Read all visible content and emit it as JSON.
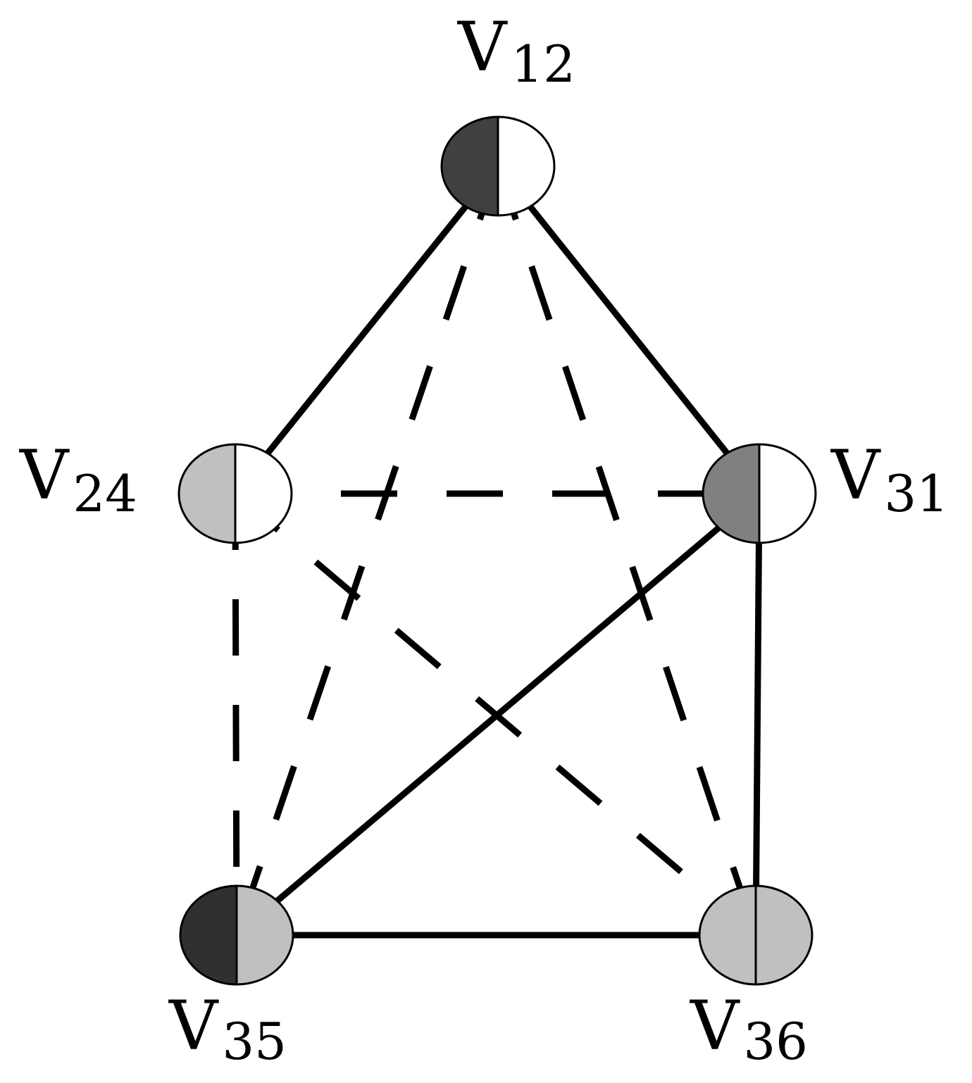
{
  "nodes": [
    {
      "id": "v12",
      "letter": "V",
      "subscript": "12",
      "left_fill": "#404040",
      "right_fill": "#ffffff"
    },
    {
      "id": "v24",
      "letter": "V",
      "subscript": "24",
      "left_fill": "#c0c0c0",
      "right_fill": "#ffffff"
    },
    {
      "id": "v31",
      "letter": "V",
      "subscript": "31",
      "left_fill": "#808080",
      "right_fill": "#ffffff"
    },
    {
      "id": "v35",
      "letter": "V",
      "subscript": "35",
      "left_fill": "#303030",
      "right_fill": "#c0c0c0"
    },
    {
      "id": "v36",
      "letter": "V",
      "subscript": "36",
      "left_fill": "#c0c0c0",
      "right_fill": "#c0c0c0"
    }
  ],
  "edges": [
    {
      "from": "v12",
      "to": "v24",
      "style": "solid"
    },
    {
      "from": "v12",
      "to": "v31",
      "style": "solid"
    },
    {
      "from": "v31",
      "to": "v36",
      "style": "solid"
    },
    {
      "from": "v35",
      "to": "v36",
      "style": "solid"
    },
    {
      "from": "v31",
      "to": "v35",
      "style": "solid"
    },
    {
      "from": "v12",
      "to": "v35",
      "style": "dashed"
    },
    {
      "from": "v12",
      "to": "v36",
      "style": "dashed"
    },
    {
      "from": "v24",
      "to": "v31",
      "style": "dashed"
    },
    {
      "from": "v24",
      "to": "v35",
      "style": "dashed"
    },
    {
      "from": "v24",
      "to": "v36",
      "style": "dashed"
    }
  ]
}
